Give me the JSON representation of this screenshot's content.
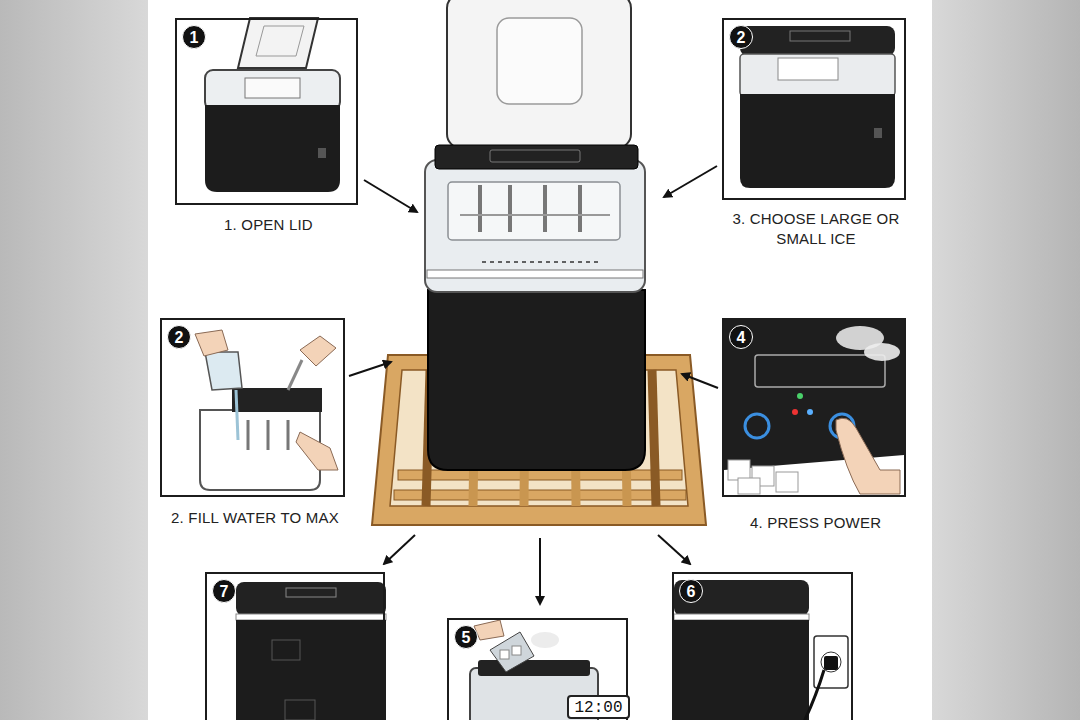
{
  "diagram": {
    "nodes": [
      {
        "text": [
          "1",
          "1. OPEN LID"
        ]
      },
      {
        "text": [
          "2",
          "3. CHOOSE LARGE OR SMALL ICE"
        ]
      },
      {
        "text": [
          "2",
          "2. FILL WATER TO MAX"
        ]
      },
      {
        "text": [
          "4",
          "4. PRESS POWER"
        ]
      },
      {
        "text": [
          "7"
        ]
      },
      {
        "text": [
          "5"
        ]
      },
      {
        "text": [
          "12:00"
        ],
        "in": 5
      },
      {
        "text": [
          "6"
        ]
      }
    ]
  }
}
